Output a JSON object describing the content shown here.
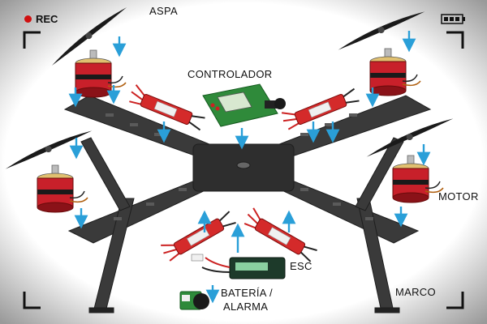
{
  "recorder": {
    "rec_label": "REC",
    "rec_dot_color": "#d01010",
    "battery_icon": "battery-icon"
  },
  "labels": {
    "propeller": "ASPA",
    "controller": "CONTROLADOR",
    "motor": "MOTOR",
    "esc": "ESC",
    "battery_line1": "BATERÍA /",
    "battery_line2": "ALARMA",
    "frame": "MARCO"
  },
  "colors": {
    "arrow": "#2a9fd8",
    "frame": "#3a3a3a",
    "motor": "#c8202a",
    "esc": "#d42a2a",
    "board": "#2f8a3a"
  }
}
